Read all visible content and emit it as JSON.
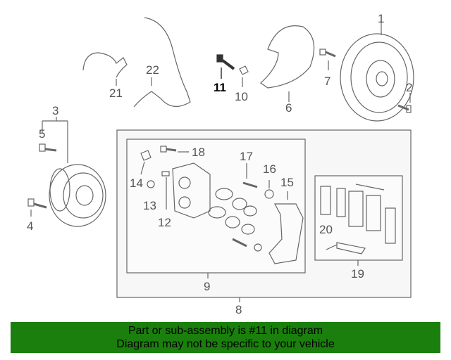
{
  "callouts": {
    "c1": "1",
    "c2": "2",
    "c3": "3",
    "c4": "4",
    "c5": "5",
    "c6": "6",
    "c7": "7",
    "c8": "8",
    "c9": "9",
    "c10": "10",
    "c11": "11",
    "c12": "12",
    "c13": "13",
    "c14": "14",
    "c15": "15",
    "c16": "16",
    "c17": "17",
    "c18": "18",
    "c19": "19",
    "c20": "20",
    "c21": "21",
    "c22": "22"
  },
  "highlight_part": "11",
  "banner": {
    "line1": "Part or sub-assembly is #11 in diagram",
    "line2": "Diagram may not be specific to your vehicle"
  },
  "colors": {
    "banner_bg": "#1a7f0c",
    "line": "#666666",
    "text": "#555555"
  }
}
